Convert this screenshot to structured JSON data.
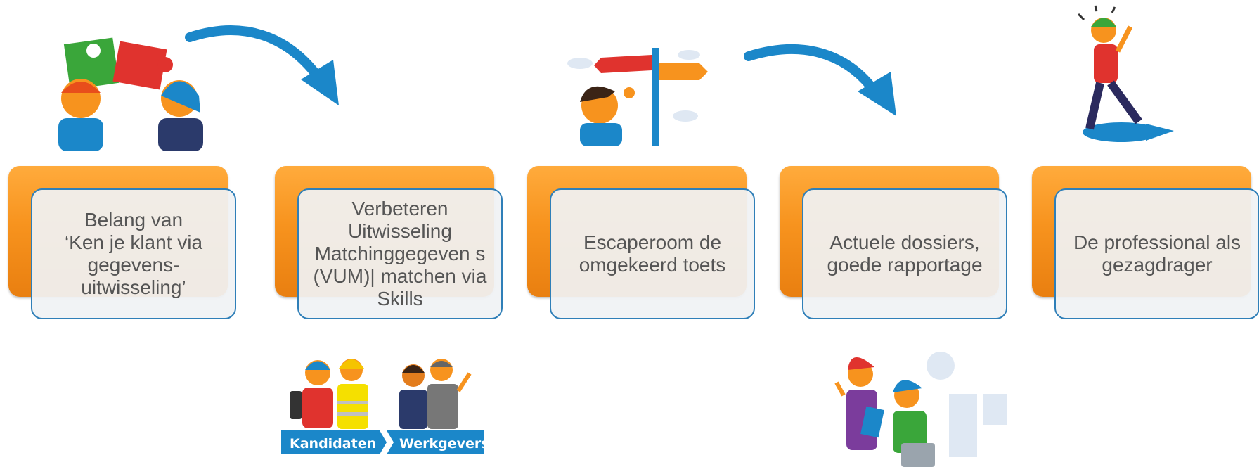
{
  "steps": [
    {
      "text": "Belang van\n‘Ken je klant via gegevens-\nuitwisseling’"
    },
    {
      "text": "Verbeteren Uitwisseling Matchinggegeven s (VUM)| matchen via Skills"
    },
    {
      "text": "Escaperoom de omgekeerd toets"
    },
    {
      "text": "Actuele dossiers, goede rapportage"
    },
    {
      "text": "De professional als gezagdrager"
    }
  ],
  "logo": {
    "left": "Kandidaten",
    "right": "Werkgevers"
  },
  "colors": {
    "orange": "#f7931e",
    "arrow_blue": "#1b87c9",
    "box_border": "#2f7fb8",
    "box_fill": "#f0f2f4"
  },
  "icons": [
    "puzzle-people-illustration",
    "signpost-person-illustration",
    "walking-person-illustration",
    "candidates-employers-logo",
    "people-with-laptop-illustration"
  ]
}
